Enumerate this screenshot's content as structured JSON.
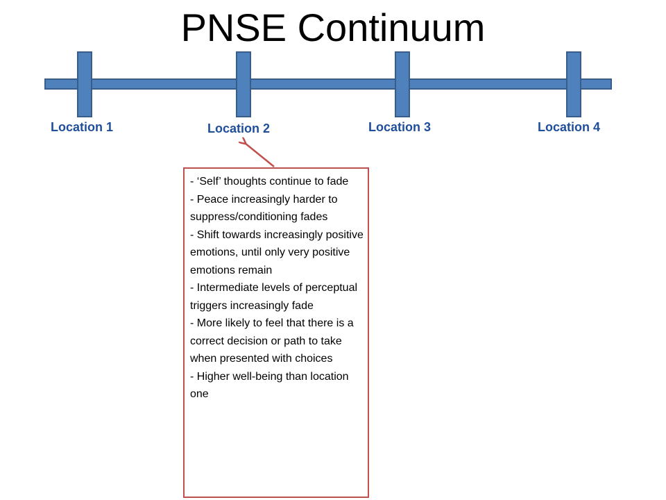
{
  "title": "PNSE Continuum",
  "locations": [
    {
      "label": "Location 1"
    },
    {
      "label": "Location 2"
    },
    {
      "label": "Location 3"
    },
    {
      "label": "Location 4"
    }
  ],
  "callout": {
    "points_to": "Location 2",
    "items": [
      "- ‘Self’ thoughts continue to fade",
      "- Peace increasingly harder to suppress/conditioning fades",
      "- Shift towards increasingly positive emotions, until only very positive emotions remain",
      "- Intermediate levels of perceptual triggers increasingly fade",
      "- More likely to feel that there is a correct decision or path to take when presented with choices",
      "- Higher well-being than location one"
    ]
  },
  "colors": {
    "continuum_fill": "#4f81bd",
    "continuum_stroke": "#385d8a",
    "label_text": "#1f4e9a",
    "callout_border": "#c0504d",
    "arrow": "#c0504d"
  }
}
